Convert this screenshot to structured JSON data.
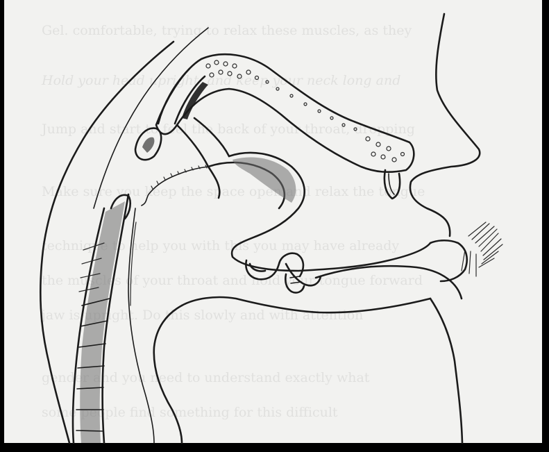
{
  "figure": {
    "description_printed": "",
    "bleed_through_lines": [
      "Gel. comfortable, trying to relax these muscles, as they",
      "Hold your head upright, and keep your neck long and",
      "Jump and start to feel the back of your throat, dropping",
      "Make sure you keep the space open and relax the tongue",
      "technique to help you with this you may have already",
      "the muscles of your throat and hold your tongue forward",
      "jaw is upright. Do this slowly and with attention",
      "gender and you need to understand exactly what",
      "some people find something for this difficult"
    ]
  }
}
